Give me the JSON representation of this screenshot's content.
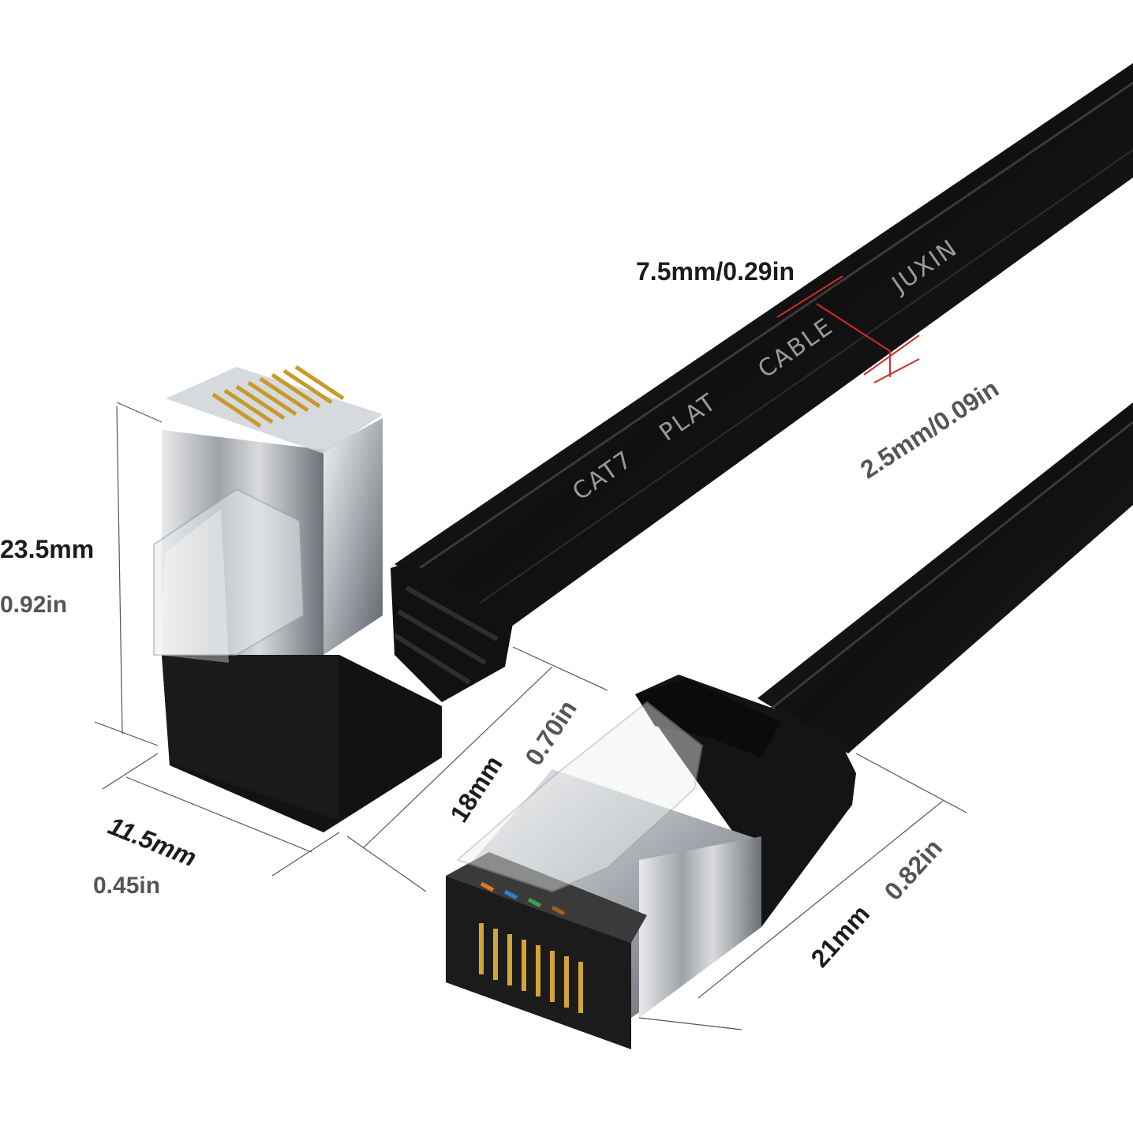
{
  "cable": {
    "print": [
      "CAT7",
      "PLAT",
      "CABLE",
      "JUXIN"
    ]
  },
  "dimensions": {
    "cable_width": "7.5mm/0.29in",
    "cable_thickness": "2.5mm/0.09in",
    "plug_height_mm": "23.5mm",
    "plug_height_in": "0.92in",
    "plug_depth_mm": "18mm",
    "plug_depth_in": "0.70in",
    "plug_width_mm": "11.5mm",
    "plug_width_in": "0.45in",
    "straight_plug_mm": "21mm",
    "straight_plug_in": "0.82in"
  },
  "colors": {
    "cable": "#141414",
    "measure_red": "#d42a2a",
    "metal_shield": "#b9bcc0"
  }
}
